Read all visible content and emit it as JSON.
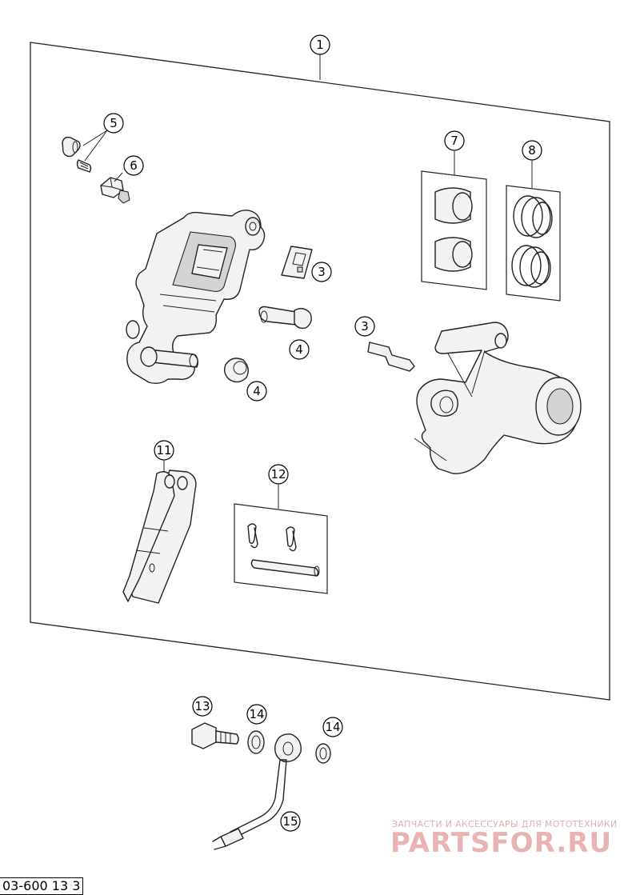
{
  "diagram": {
    "callouts": [
      {
        "id": "c1",
        "label": "1"
      },
      {
        "id": "c5",
        "label": "5"
      },
      {
        "id": "c6",
        "label": "6"
      },
      {
        "id": "c7",
        "label": "7"
      },
      {
        "id": "c8",
        "label": "8"
      },
      {
        "id": "c3a",
        "label": "3"
      },
      {
        "id": "c3b",
        "label": "3"
      },
      {
        "id": "c4a",
        "label": "4"
      },
      {
        "id": "c4b",
        "label": "4"
      },
      {
        "id": "c11",
        "label": "11"
      },
      {
        "id": "c12",
        "label": "12"
      },
      {
        "id": "c13",
        "label": "13"
      },
      {
        "id": "c14a",
        "label": "14"
      },
      {
        "id": "c14b",
        "label": "14"
      },
      {
        "id": "c15",
        "label": "15"
      }
    ],
    "reference_code": "03-600 13 3"
  },
  "watermark": {
    "tagline": "ЗАПЧАСТИ И АКСЕССУАРЫ ДЛЯ МОТОТЕХНИКИ",
    "brand": "PARTSFOR.RU",
    "color": "#e8a7a7"
  }
}
